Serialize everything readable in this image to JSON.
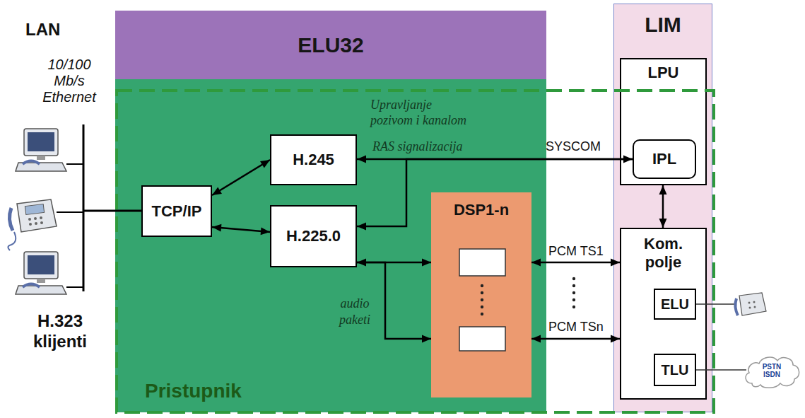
{
  "diagram": {
    "nodes": [
      {
        "text": [
          "ELU32"
        ]
      },
      {
        "text": [
          "Pristupnik"
        ]
      },
      {
        "text": [
          "TCP/IP"
        ],
        "in": 1
      },
      {
        "text": [
          "H.245"
        ],
        "in": 1
      },
      {
        "text": [
          "H.225.0"
        ],
        "in": 1
      },
      {
        "text": [
          "DSP1-n"
        ],
        "in": 1
      },
      {
        "text": [
          "LIM"
        ]
      },
      {
        "text": [
          "LPU"
        ],
        "in": 6
      },
      {
        "text": [
          "IPL"
        ],
        "in": 7
      },
      {
        "text": [
          "Kom. polje"
        ],
        "in": 6
      },
      {
        "text": [
          "ELU"
        ],
        "in": 9
      },
      {
        "text": [
          "TLU"
        ],
        "in": 9
      },
      {
        "text": [
          "PSTN ISDN"
        ]
      }
    ],
    "edges": [
      {
        "from": 2,
        "to": 3,
        "arrow": "both"
      },
      {
        "from": 2,
        "to": 4,
        "arrow": "both"
      },
      {
        "from": 3,
        "to": 8,
        "label": "SYSCOM",
        "arrow": "both"
      },
      {
        "from": 8,
        "to": 4,
        "arrow": "to"
      },
      {
        "from": 4,
        "to": 5,
        "arrow": "both"
      },
      {
        "from": 4,
        "to": 5,
        "arrow": "to"
      },
      {
        "from": 5,
        "to": 9,
        "label": "PCM TS1",
        "arrow": "both"
      },
      {
        "from": 5,
        "to": 9,
        "label": "PCM TSn",
        "arrow": "both"
      },
      {
        "from": 7,
        "to": 9,
        "arrow": "both"
      },
      {
        "from": 11,
        "to": 12,
        "arrow": "none"
      }
    ],
    "labels": [
      "LAN",
      "10/100 Mb/s Ethernet",
      "H.323 klijenti",
      "Upravljanje pozivom i kanalom",
      "RAS signalizacija",
      "audio paketi"
    ]
  }
}
